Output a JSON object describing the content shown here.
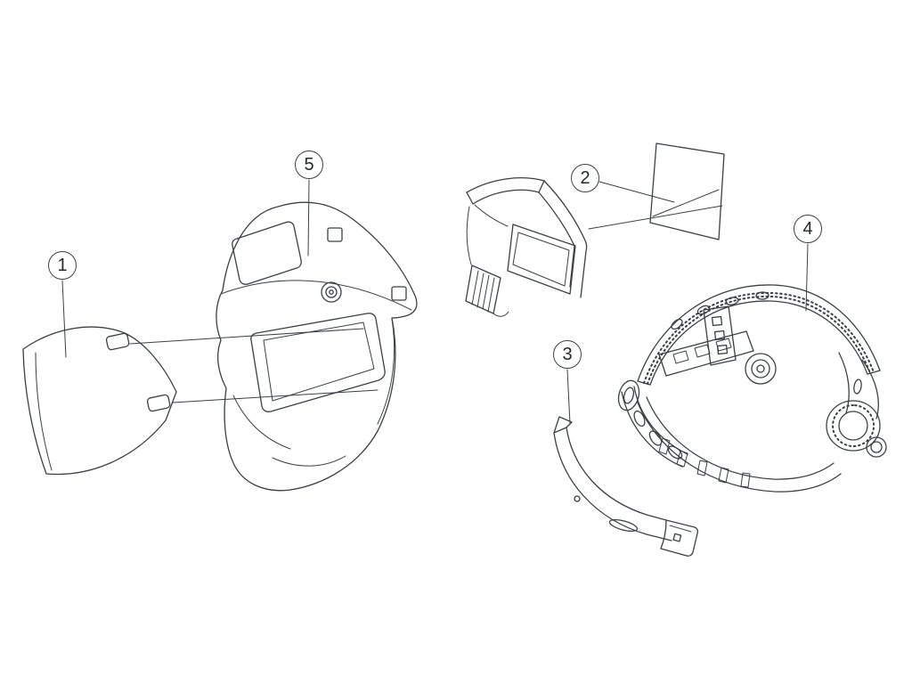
{
  "diagram": {
    "type": "exploded-parts-diagram",
    "background": "#ffffff",
    "line_color": "#3b4046",
    "callouts": [
      {
        "label": "1"
      },
      {
        "label": "2"
      },
      {
        "label": "3"
      },
      {
        "label": "4"
      },
      {
        "label": "5"
      }
    ]
  }
}
